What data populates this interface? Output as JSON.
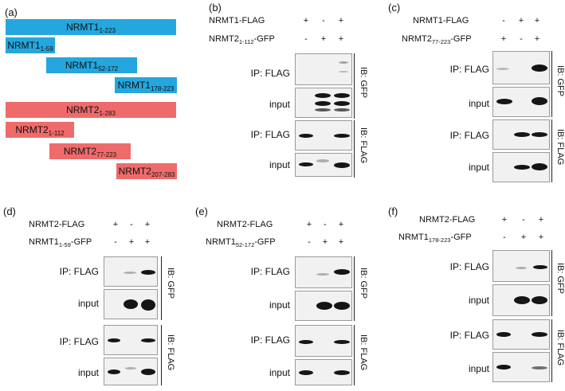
{
  "panel_a": {
    "label": "(a)",
    "bars": [
      {
        "main": "NRMT1",
        "sub": "1-223",
        "color": "#25a6de"
      },
      {
        "main": "NRMT1",
        "sub": "1-59",
        "color": "#25a6de"
      },
      {
        "main": "NRMT1",
        "sub": "52-172",
        "color": "#25a6de"
      },
      {
        "main": "NRMT1",
        "sub": "178-223",
        "color": "#25a6de"
      },
      {
        "main": "NRMT2",
        "sub": "1-283",
        "color": "#ef6b6b"
      },
      {
        "main": "NRMT2",
        "sub": "1-112",
        "color": "#ef6b6b"
      },
      {
        "main": "NRMT2",
        "sub": "77-223",
        "color": "#ef6b6b"
      },
      {
        "main": "NRMT2",
        "sub": "207-283",
        "color": "#ef6b6b"
      }
    ]
  },
  "panel_b": {
    "label": "(b)",
    "cond1": {
      "main": "NRMT1-FLAG",
      "sub": "",
      "suffix": "",
      "signs": [
        "+",
        "-",
        "+"
      ]
    },
    "cond2": {
      "main": "NRMT2",
      "sub": "1-112",
      "suffix": "-GFP",
      "signs": [
        "-",
        "+",
        "+"
      ]
    },
    "rows": [
      "IP: FLAG",
      "input",
      "IP: FLAG",
      "input"
    ],
    "ib_top": "IB: GFP",
    "ib_bottom": "IB: FLAG"
  },
  "panel_c": {
    "label": "(c)",
    "cond1": {
      "main": "NRMT1-FLAG",
      "sub": "",
      "suffix": "",
      "signs": [
        "-",
        "+",
        "+"
      ]
    },
    "cond2": {
      "main": "NRMT2",
      "sub": "77-223",
      "suffix": "-GFP",
      "signs": [
        "+",
        "-",
        "+"
      ]
    },
    "rows": [
      "IP: FLAG",
      "input",
      "IP: FLAG",
      "input"
    ],
    "ib_top": "IB: GFP",
    "ib_bottom": "IB: FLAG"
  },
  "panel_d": {
    "label": "(d)",
    "cond1": {
      "main": "NRMT2-FLAG",
      "sub": "",
      "suffix": "",
      "signs": [
        "+",
        "-",
        "+"
      ]
    },
    "cond2": {
      "main": "NRMT1",
      "sub": "1-59",
      "suffix": "-GFP",
      "signs": [
        "-",
        "+",
        "+"
      ]
    },
    "rows": [
      "IP: FLAG",
      "input",
      "IP: FLAG",
      "input"
    ],
    "ib_top": "IB: GFP",
    "ib_bottom": "IB: FLAG"
  },
  "panel_e": {
    "label": "(e)",
    "cond1": {
      "main": "NRMT2-FLAG",
      "sub": "",
      "suffix": "",
      "signs": [
        "+",
        "-",
        "+"
      ]
    },
    "cond2": {
      "main": "NRMT1",
      "sub": "52-172",
      "suffix": "-GFP",
      "signs": [
        "-",
        "+",
        "+"
      ]
    },
    "rows": [
      "IP: FLAG",
      "input",
      "IP: FLAG",
      "input"
    ],
    "ib_top": "IB: GFP",
    "ib_bottom": "IB: FLAG"
  },
  "panel_f": {
    "label": "(f)",
    "cond1": {
      "main": "NRMT2-FLAG",
      "sub": "",
      "suffix": "",
      "signs": [
        "+",
        "-",
        "+"
      ]
    },
    "cond2": {
      "main": "NRMT1",
      "sub": "178-223",
      "suffix": "-GFP",
      "signs": [
        "-",
        "+",
        "+"
      ]
    },
    "rows": [
      "IP: FLAG",
      "input",
      "IP: FLAG",
      "input"
    ],
    "ib_top": "IB: GFP",
    "ib_bottom": "IB: FLAG"
  }
}
